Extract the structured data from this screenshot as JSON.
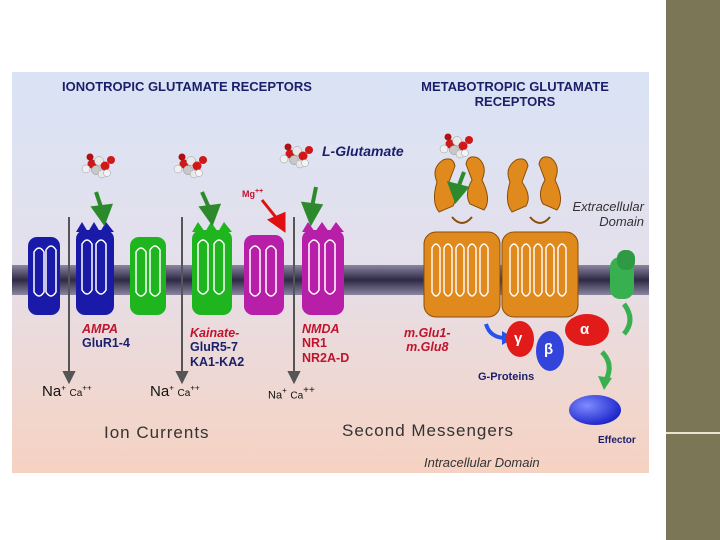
{
  "headings": {
    "ionotropic": "IONOTROPIC GLUTAMATE RECEPTORS",
    "metabotropic": "METABOTROPIC GLUTAMATE RECEPTORS",
    "ligand": "L-Glutamate",
    "magnesium": "Mg",
    "magnesium_charge": "++"
  },
  "domains": {
    "extracellular_line1": "Extracellular",
    "extracellular_line2": "Domain",
    "intracellular": "Intracellular Domain"
  },
  "receptors": {
    "ampa_line1": "AMPA",
    "ampa_line2": "GluR1-4",
    "kainate_line1": "Kainate-",
    "kainate_line2": "GluR5-7",
    "kainate_line3": "KA1-KA2",
    "nmda_line1": "NMDA",
    "nmda_line2": "NR1",
    "nmda_line3": "NR2A-D",
    "mglu_line1": "m.Glu1-",
    "mglu_line2": "m.Glu8"
  },
  "ions": {
    "na": "Na",
    "na_charge": "+",
    "ca": "Ca",
    "ca_charge": "++"
  },
  "g_proteins": {
    "label": "G-Proteins",
    "gamma": "γ",
    "beta": "β",
    "alpha": "α"
  },
  "effector_label": "Effector",
  "bottom": {
    "ion_currents": "Ion Currents",
    "second_messengers": "Second Messengers"
  },
  "colors": {
    "extracellular_top": "#d8e2f4",
    "intracellular_bottom": "#f6d4c4",
    "membrane": "#3a3550",
    "ampa": "#1a1aa8",
    "kainate": "#1fb51f",
    "nmda": "#b81fa8",
    "mglu": "#e08a1e",
    "gprotein_red": "#e11a1a",
    "gprotein_blue": "#3344dd",
    "alpha_green": "#38b050",
    "text_navy": "#1b1f6a",
    "label_red": "#c0142c"
  }
}
